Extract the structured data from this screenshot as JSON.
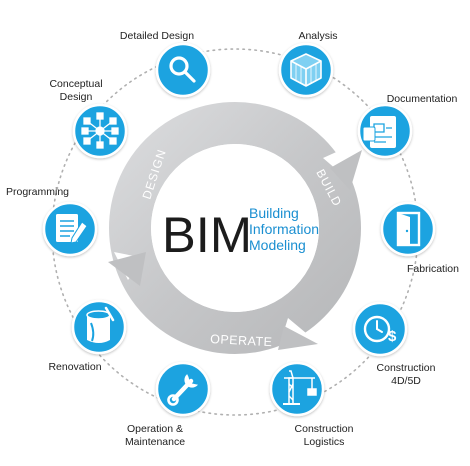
{
  "center": {
    "acronym": "BIM",
    "line1": "Building",
    "line2": "Information",
    "line3": "Modeling"
  },
  "cycle": {
    "design": "DESIGN",
    "build": "BUILD",
    "operate": "OPERATE"
  },
  "stages": [
    {
      "label": "Detailed Design",
      "icon": "magnifier-icon"
    },
    {
      "label": "Analysis",
      "icon": "cube-icon"
    },
    {
      "label": "Documentation",
      "icon": "blueprint-document-icon"
    },
    {
      "label": "Fabrication",
      "icon": "door-icon"
    },
    {
      "label1": "Construction",
      "label2": "4D/5D",
      "icon": "clock-dollar-icon"
    },
    {
      "label1": "Construction",
      "label2": "Logistics",
      "icon": "tower-crane-icon"
    },
    {
      "label1": "Operation &",
      "label2": "Maintenance",
      "icon": "wrench-icon"
    },
    {
      "label": "Renovation",
      "icon": "paint-bucket-icon"
    },
    {
      "label": "Programming",
      "icon": "checklist-pencil-icon"
    },
    {
      "label1": "Conceptual",
      "label2": "Design",
      "icon": "network-diagram-icon"
    }
  ],
  "colors": {
    "node_blue": "#1aa3e0",
    "accent_text_blue": "#1a8fd1",
    "arrow_gray": "#c8c9cb",
    "dots": "#b0b0b0"
  }
}
